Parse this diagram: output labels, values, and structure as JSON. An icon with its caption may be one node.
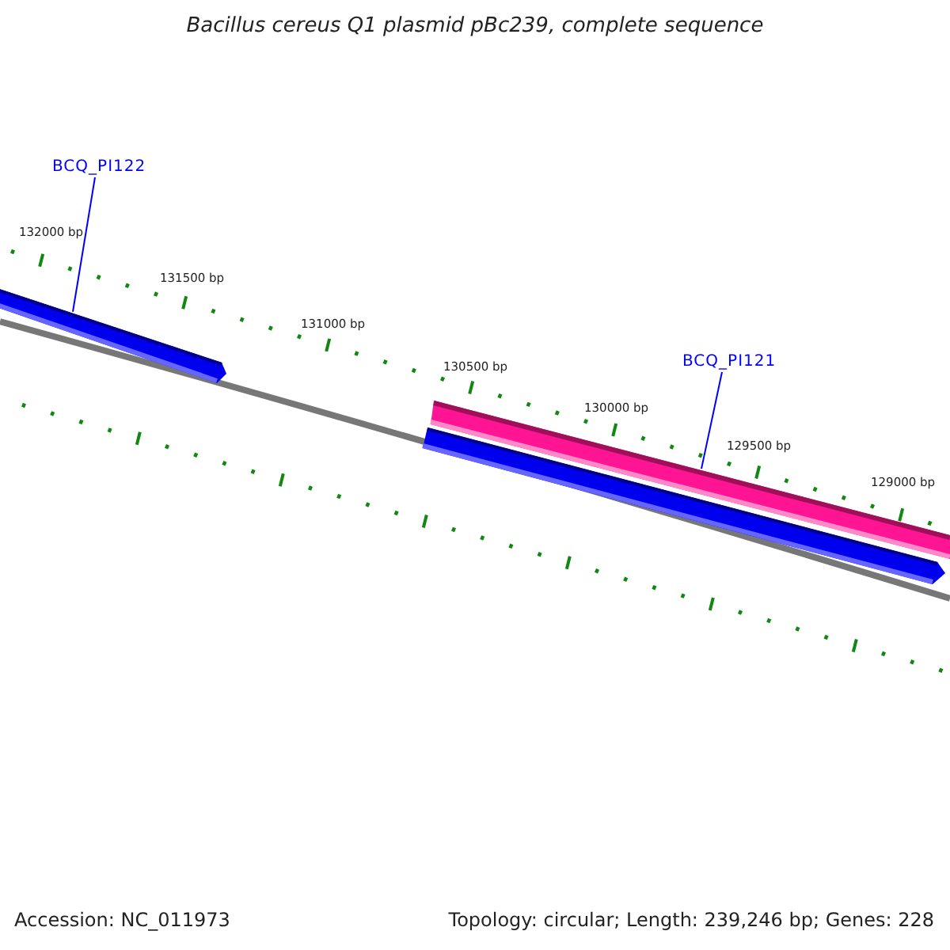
{
  "diagram": {
    "title": "Bacillus cereus Q1 plasmid pBc239, complete sequence",
    "nodes": [
      {
        "text": [
          "BCQ_PI122"
        ]
      },
      {
        "text": [],
        "shape": "arrow"
      },
      {
        "text": [
          "BCQ_PI121"
        ]
      },
      {
        "text": [],
        "shape": "bar"
      },
      {
        "text": [],
        "shape": "arrow"
      }
    ],
    "edges": [
      {
        "from": 0,
        "to": 1,
        "arrow": "none"
      },
      {
        "from": 2,
        "to": 3,
        "arrow": "none"
      }
    ],
    "labels": [
      "132000 bp",
      "131500 bp",
      "131000 bp",
      "130500 bp",
      "130000 bp",
      "129500 bp",
      "129000 bp",
      "Accession: NC_011973",
      "Topology: circular; Length: 239,246 bp; Genes: 228"
    ]
  }
}
